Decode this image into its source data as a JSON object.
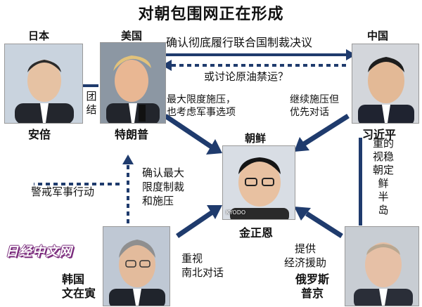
{
  "title": "对朝包围网正在形成",
  "nodes": {
    "japan": {
      "country": "日本",
      "leader": "安倍"
    },
    "usa": {
      "country": "美国",
      "leader": "特朗普"
    },
    "china": {
      "country": "中国",
      "leader": "习近平"
    },
    "north_korea": {
      "country": "朝鲜",
      "leader": "金正恩",
      "photo_credit": "KYODO"
    },
    "south_korea": {
      "country": "韩国",
      "leader": "文在寅"
    },
    "russia": {
      "country": "俄罗斯",
      "leader": "普京"
    }
  },
  "relations": {
    "japan_usa": [
      "团",
      "结"
    ],
    "usa_china": "确认彻底履行联合国制裁决议",
    "china_usa": "或讨论原油禁运？",
    "usa_nk": [
      "最大限度施压，",
      "也考虑军事选项"
    ],
    "china_nk": [
      "继续施压但",
      "优先对话"
    ],
    "china_russia": [
      "重的",
      "视稳",
      "朝定",
      "鲜",
      "半",
      "岛"
    ],
    "sk_usa": [
      "确认最大",
      "限度制裁",
      "和施压"
    ],
    "sk_japan": "警戒军事行动",
    "sk_nk": [
      "重视",
      "南北对话"
    ],
    "russia_nk": [
      "提供",
      "经济援助"
    ]
  },
  "watermark": "日经中文网",
  "colors": {
    "arrow": "#1f3b6d",
    "text": "#111111"
  }
}
